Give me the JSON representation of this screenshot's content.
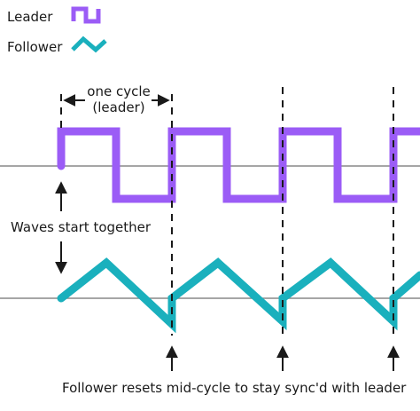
{
  "legend": {
    "items": [
      {
        "label": "Leader",
        "color": "#9b5cf6",
        "icon": "square-wave-icon"
      },
      {
        "label": "Follower",
        "color": "#1ab0bd",
        "icon": "triangle-wave-icon"
      }
    ]
  },
  "annotations": {
    "cycle_line1": "one cycle",
    "cycle_line2": "(leader)",
    "start": "Waves start together",
    "reset": "Follower resets mid-cycle to stay sync'd with leader"
  },
  "colors": {
    "leader": "#9b5cf6",
    "follower": "#1ab0bd",
    "axis": "#888888",
    "ink": "#1a1a1a"
  }
}
